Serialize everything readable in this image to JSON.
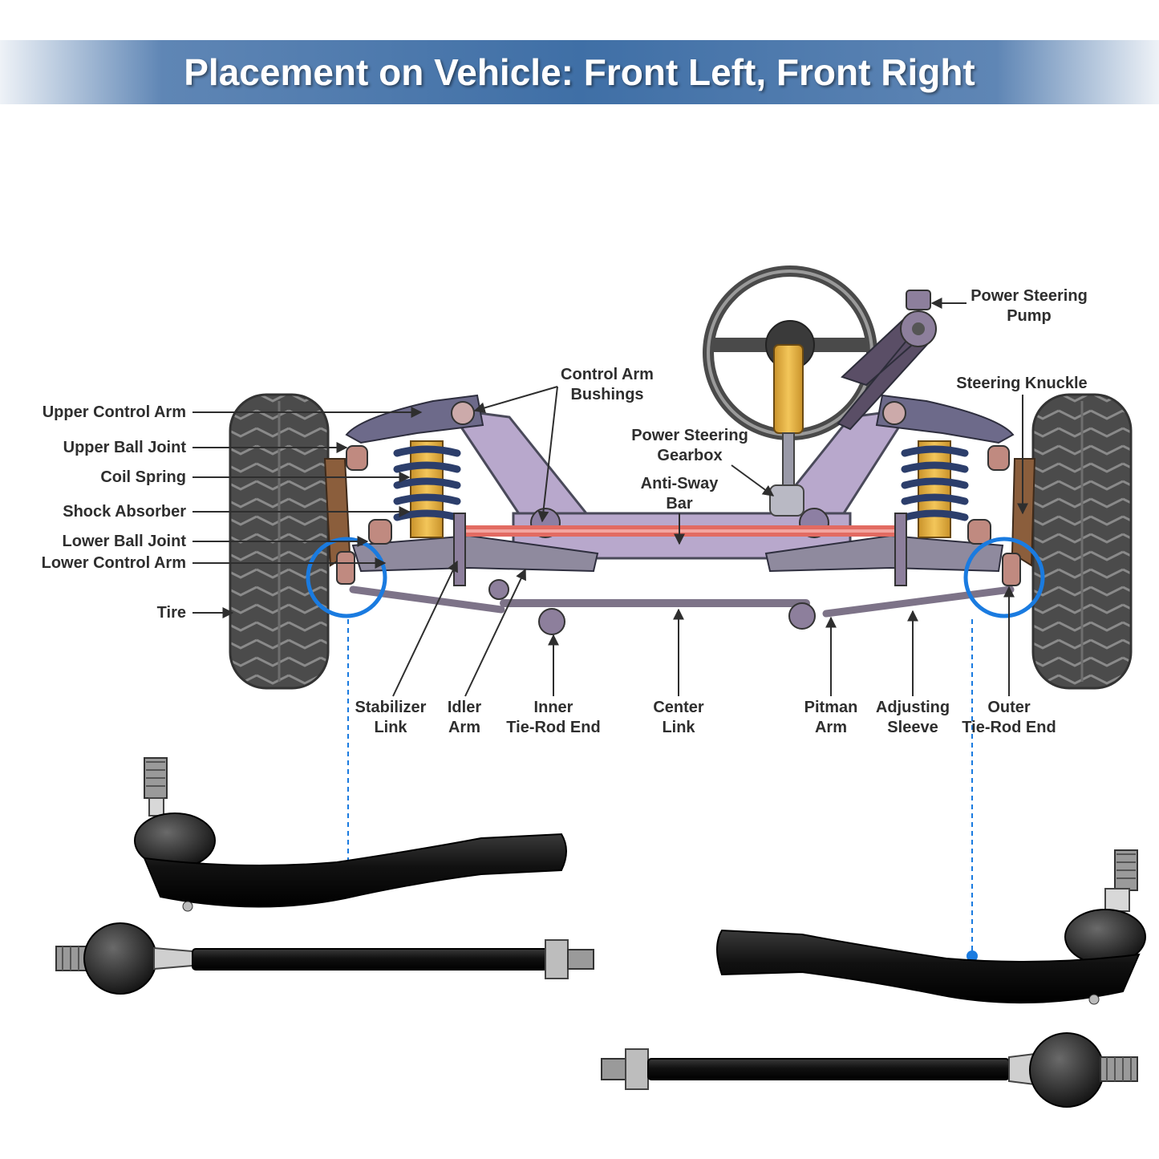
{
  "banner": {
    "title": "Placement on Vehicle: Front Left, Front Right"
  },
  "colors": {
    "accent": "#1a7be0",
    "banner": "#3f6fa6",
    "frame": "#b8a8cc",
    "sway_bar": "#e26b62",
    "tire": "#4b4b4b"
  },
  "labels": {
    "upper_control_arm": "Upper Control Arm",
    "upper_ball_joint": "Upper Ball Joint",
    "coil_spring": "Coil Spring",
    "shock_absorber": "Shock Absorber",
    "lower_ball_joint": "Lower Ball Joint",
    "lower_control_arm": "Lower Control Arm",
    "tire": "Tire",
    "control_arm_bushings": [
      "Control Arm",
      "Bushings"
    ],
    "power_steering_gearbox": [
      "Power Steering",
      "Gearbox"
    ],
    "anti_sway_bar": [
      "Anti-Sway",
      "Bar"
    ],
    "power_steering_pump": [
      "Power Steering",
      "Pump"
    ],
    "steering_knuckle": "Steering Knuckle",
    "stabilizer_link": [
      "Stabilizer",
      "Link"
    ],
    "idler_arm": [
      "Idler",
      "Arm"
    ],
    "inner_tie_rod_end": [
      "Inner",
      "Tie-Rod End"
    ],
    "center_link": [
      "Center",
      "Link"
    ],
    "pitman_arm": [
      "Pitman",
      "Arm"
    ],
    "adjusting_sleeve": [
      "Adjusting",
      "Sleeve"
    ],
    "outer_tie_rod_end": [
      "Outer",
      "Tie-Rod End"
    ]
  },
  "icons": [
    "steering-wheel-icon",
    "tire-icon",
    "tie-rod-end-icon",
    "inner-tie-rod-icon"
  ]
}
